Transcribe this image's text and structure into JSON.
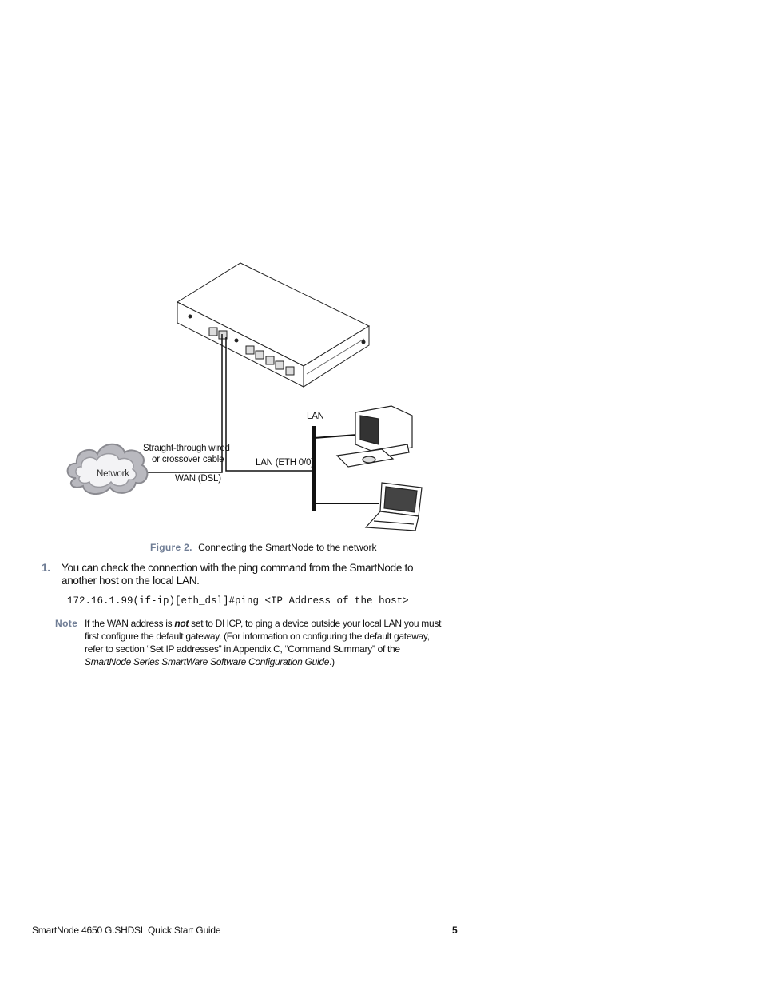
{
  "figure": {
    "labels": {
      "lan": "LAN",
      "cable_line1": "Straight-through wired",
      "cable_line2": "or crossover cable",
      "lan_eth": "LAN (ETH 0/0)",
      "wan": "WAN (DSL)",
      "network": "Network"
    },
    "caption_number": "Figure 2.",
    "caption_text": "Connecting the SmartNode to the network"
  },
  "step": {
    "number": "1.",
    "text": "You can check the connection with the ping command from the SmartNode to another host on the local LAN."
  },
  "code": "172.16.1.99(if-ip)[eth_dsl]#ping <IP Address of the host>",
  "note": {
    "label": "Note",
    "part1": "If the WAN address is ",
    "emphasis": "not",
    "part2": " set to DHCP, to ping a device outside your local LAN you must first configure the default gateway. (For information on configuring the default gateway, refer to section “Set IP addresses” in Appendix C, “Command Summary” of the ",
    "guide_title": "SmartNode Series SmartWare Software Configuration Guide",
    "part3": ".)"
  },
  "footer": {
    "title": "SmartNode 4650 G.SHDSL Quick Start Guide",
    "page": "5"
  }
}
